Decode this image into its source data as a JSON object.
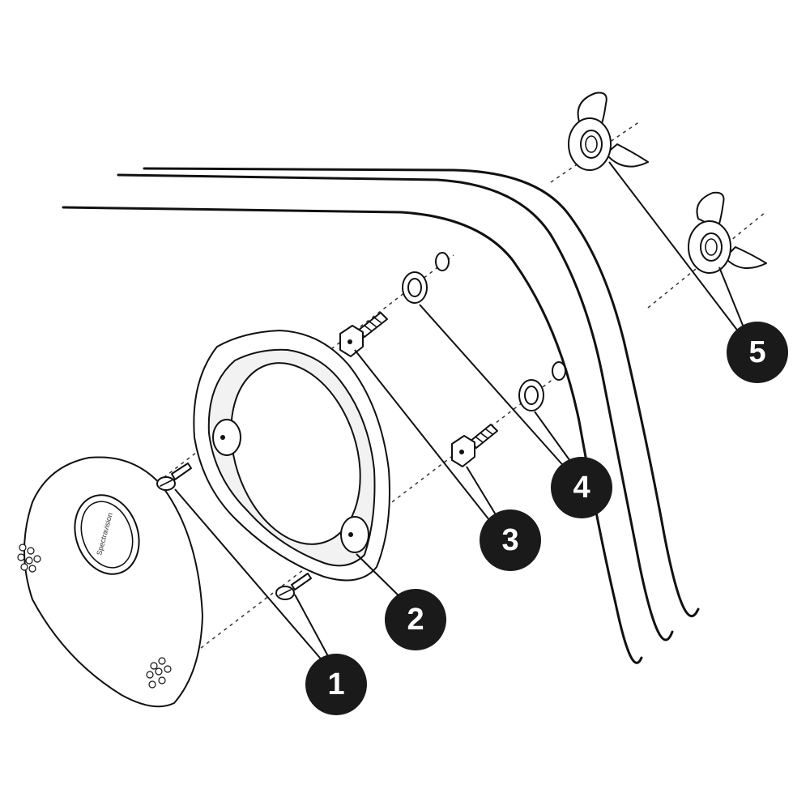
{
  "diagram": {
    "callouts": [
      {
        "id": "1",
        "label": "1"
      },
      {
        "id": "2",
        "label": "2"
      },
      {
        "id": "3",
        "label": "3"
      },
      {
        "id": "4",
        "label": "4"
      },
      {
        "id": "5",
        "label": "5"
      }
    ],
    "cover_logo_text": "Spectravision"
  },
  "colors": {
    "line": "#111111",
    "callout_fill": "#1a1a1a",
    "callout_text": "#ffffff",
    "background": "#ffffff"
  }
}
